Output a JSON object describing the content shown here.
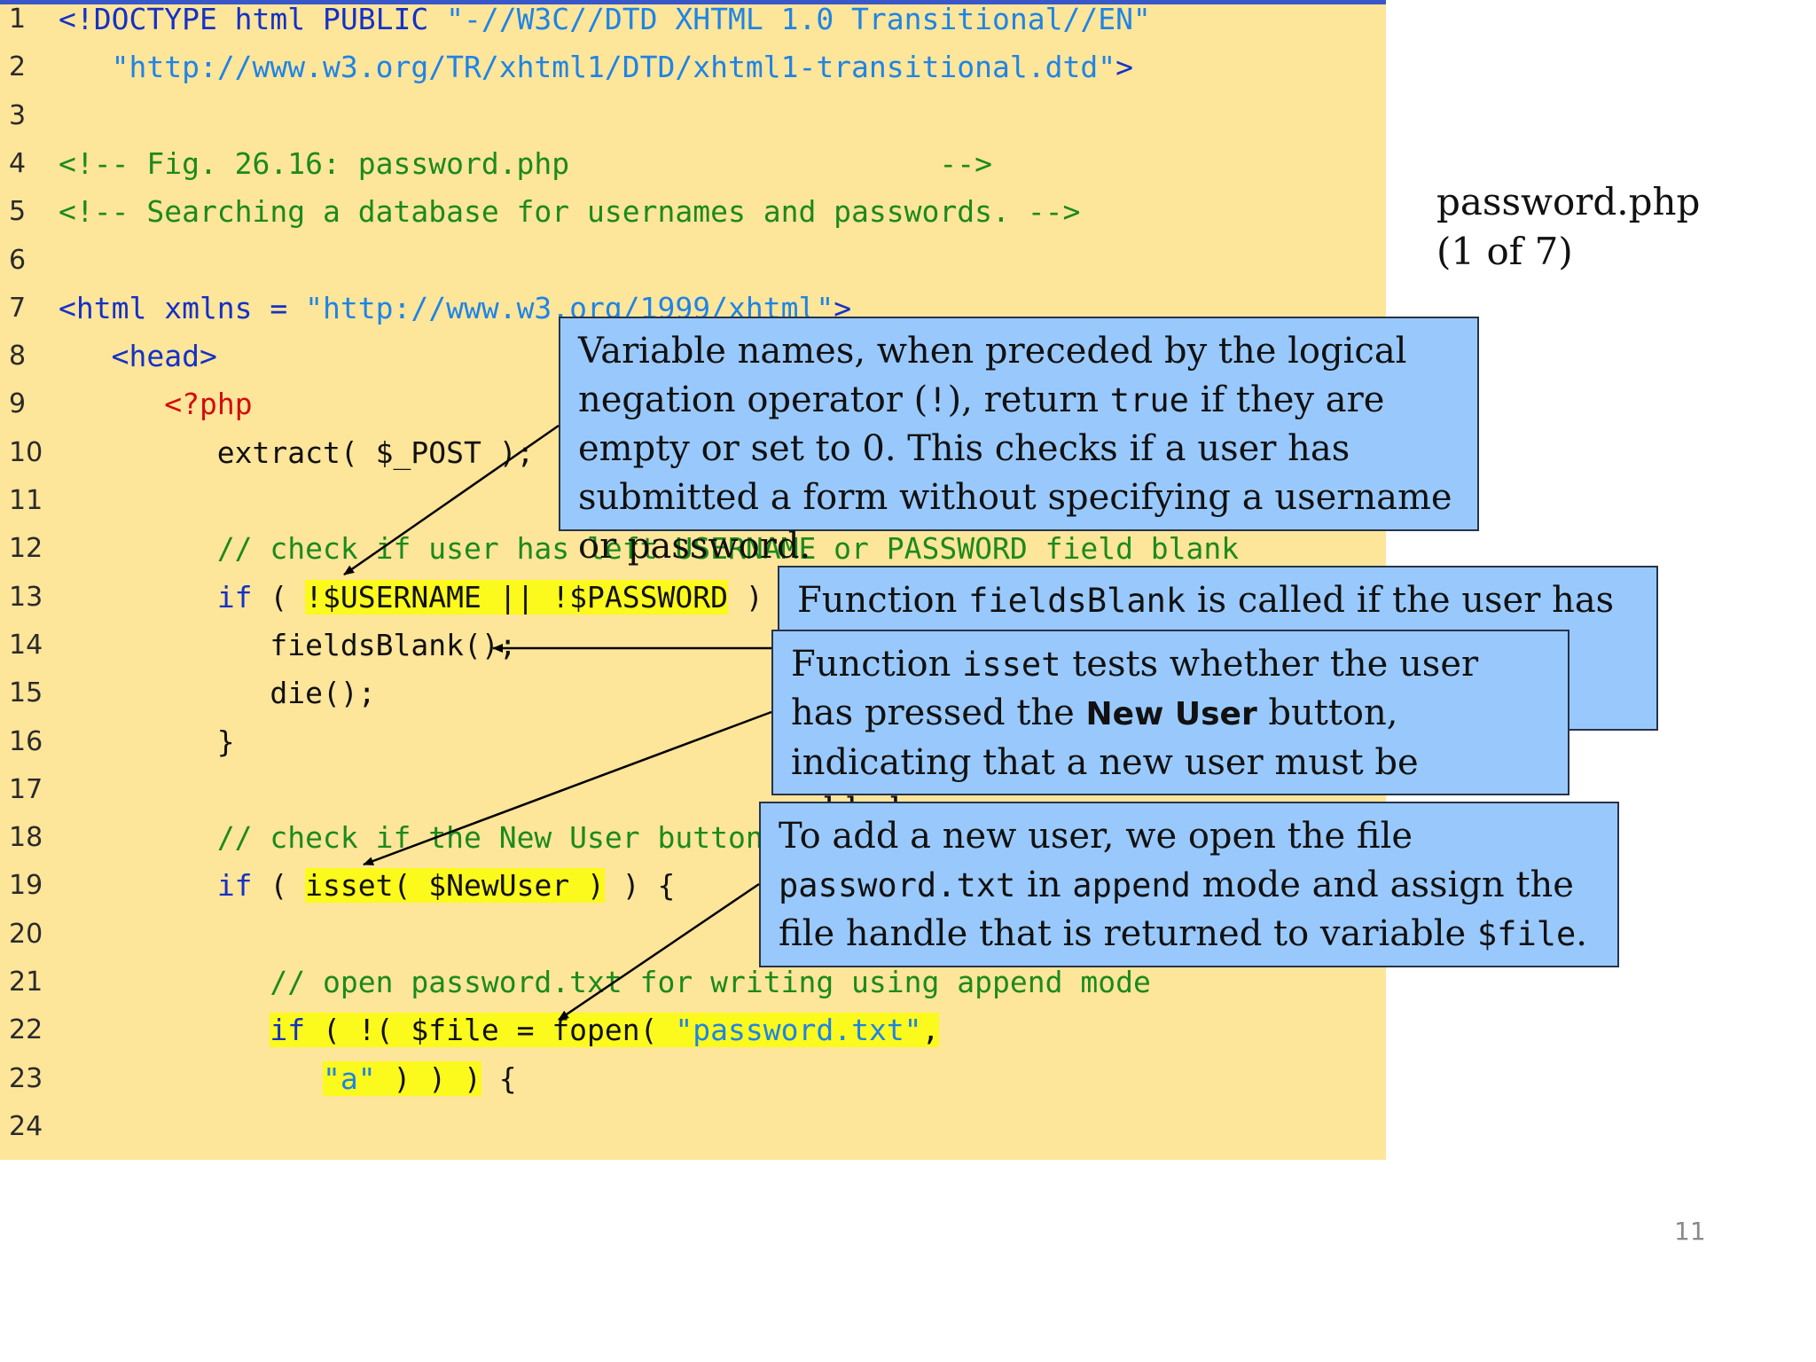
{
  "slide": {
    "file_label": "password.php",
    "page_label": "(1 of 7)",
    "page_number": "11"
  },
  "code": {
    "lines": [
      {
        "n": "1",
        "segs": [
          {
            "t": "<!DOCTYPE html PUBLIC ",
            "c": "kw"
          },
          {
            "t": "\"-//W3C//DTD XHTML 1.0 Transitional//EN\"",
            "c": "str"
          }
        ]
      },
      {
        "n": "2",
        "segs": [
          {
            "t": "   ",
            "c": ""
          },
          {
            "t": "\"http://www.w3.org/TR/xhtml1/DTD/xhtml1-transitional.dtd\"",
            "c": "str"
          },
          {
            "t": ">",
            "c": "kw"
          }
        ]
      },
      {
        "n": "3",
        "segs": []
      },
      {
        "n": "4",
        "segs": [
          {
            "t": "<!-- Fig. 26.16: password.php                     -->",
            "c": "cm"
          }
        ]
      },
      {
        "n": "5",
        "segs": [
          {
            "t": "<!-- Searching a database for usernames and passwords. -->",
            "c": "cm"
          }
        ]
      },
      {
        "n": "6",
        "segs": []
      },
      {
        "n": "7",
        "segs": [
          {
            "t": "<html xmlns = ",
            "c": "kw"
          },
          {
            "t": "\"http://www.w3.org/1999/xhtml\"",
            "c": "str"
          },
          {
            "t": ">",
            "c": "kw"
          }
        ]
      },
      {
        "n": "8",
        "segs": [
          {
            "t": "   ",
            "c": ""
          },
          {
            "t": "<head>",
            "c": "kw"
          }
        ]
      },
      {
        "n": "9",
        "segs": [
          {
            "t": "      ",
            "c": ""
          },
          {
            "t": "<?php",
            "c": "php"
          }
        ]
      },
      {
        "n": "10",
        "segs": [
          {
            "t": "         extract( $_POST );",
            "c": ""
          }
        ]
      },
      {
        "n": "11",
        "segs": []
      },
      {
        "n": "12",
        "segs": [
          {
            "t": "         ",
            "c": ""
          },
          {
            "t": "// check if user has left USERNAME or PASSWORD field blank",
            "c": "cm"
          }
        ]
      },
      {
        "n": "13",
        "segs": [
          {
            "t": "         ",
            "c": ""
          },
          {
            "t": "if",
            "c": "kw"
          },
          {
            "t": " ( ",
            "c": ""
          },
          {
            "t": "!$USERNAME || !$PASSWORD",
            "c": "hl"
          },
          {
            "t": " ) {",
            "c": ""
          }
        ]
      },
      {
        "n": "14",
        "segs": [
          {
            "t": "            fieldsBlank();",
            "c": ""
          }
        ]
      },
      {
        "n": "15",
        "segs": [
          {
            "t": "            die();",
            "c": ""
          }
        ]
      },
      {
        "n": "16",
        "segs": [
          {
            "t": "         }",
            "c": ""
          }
        ]
      },
      {
        "n": "17",
        "segs": []
      },
      {
        "n": "18",
        "segs": [
          {
            "t": "         ",
            "c": ""
          },
          {
            "t": "// check if the New User button was clicked",
            "c": "cm"
          }
        ]
      },
      {
        "n": "19",
        "segs": [
          {
            "t": "         ",
            "c": ""
          },
          {
            "t": "if",
            "c": "kw"
          },
          {
            "t": " ( ",
            "c": ""
          },
          {
            "t": "isset( $NewUser )",
            "c": "hl"
          },
          {
            "t": " ) {",
            "c": ""
          }
        ]
      },
      {
        "n": "20",
        "segs": []
      },
      {
        "n": "21",
        "segs": [
          {
            "t": "            ",
            "c": ""
          },
          {
            "t": "// open password.txt for writing using append mode",
            "c": "cm"
          }
        ]
      },
      {
        "n": "22",
        "segs": [
          {
            "t": "            ",
            "c": ""
          },
          {
            "t": "if",
            "c": "kw hl"
          },
          {
            "t": " ( !( $file = fopen( ",
            "c": "hl"
          },
          {
            "t": "\"password.txt\"",
            "c": "str hl"
          },
          {
            "t": ",",
            "c": "hl"
          }
        ]
      },
      {
        "n": "23",
        "segs": [
          {
            "t": "               ",
            "c": ""
          },
          {
            "t": "\"a\"",
            "c": "str hl"
          },
          {
            "t": " ) ) )",
            "c": "hl"
          },
          {
            "t": " {",
            "c": ""
          }
        ]
      },
      {
        "n": "24",
        "segs": []
      }
    ]
  },
  "callouts": {
    "negation": [
      {
        "t": "Variable names, when preceded by the logical negation operator (",
        "m": false
      },
      {
        "t": "!",
        "m": true
      },
      {
        "t": "), return ",
        "m": false
      },
      {
        "t": "true",
        "m": true
      },
      {
        "t": " if they are empty or set to 0. This checks if a user has submitted a form without specifying a username or password.",
        "m": false
      }
    ],
    "fieldsblank_prefix": "Function ",
    "fieldsblank_code": "fieldsBlank",
    "fieldsblank_suffix": " is called if the user has",
    "isset_prefix": "Function ",
    "isset_code": "isset",
    "isset_mid": " tests whether the user has pressed the ",
    "isset_button": "New User",
    "isset_suffix": " button, indicating that a new user must be added.",
    "append": [
      {
        "t": "To add a new user, we open the file ",
        "m": false
      },
      {
        "t": "password.txt",
        "m": true
      },
      {
        "t": " in ",
        "m": false
      },
      {
        "t": "append",
        "m": true
      },
      {
        "t": " mode and assign the file handle that is returned to variable ",
        "m": false
      },
      {
        "t": "$file",
        "m": true
      },
      {
        "t": ".",
        "m": false
      }
    ]
  }
}
